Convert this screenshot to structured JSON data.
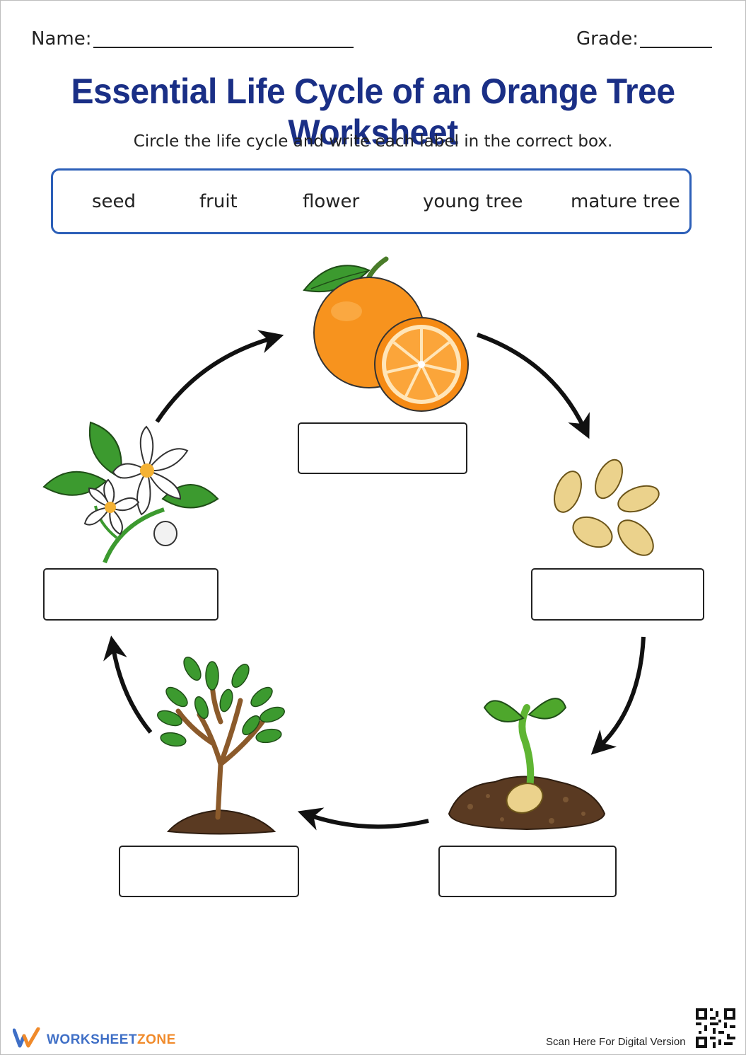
{
  "header": {
    "name_label": "Name:",
    "grade_label": "Grade:"
  },
  "title": "Essential Life Cycle of an Orange Tree Worksheet",
  "instructions": "Circle the life cycle and write each label in the correct box.",
  "word_bank": [
    "seed",
    "fruit",
    "flower",
    "young tree",
    "mature tree"
  ],
  "stages": [
    {
      "picture": "orange-fruit-icon",
      "answer": ""
    },
    {
      "picture": "seeds-icon",
      "answer": ""
    },
    {
      "picture": "sprout-icon",
      "answer": ""
    },
    {
      "picture": "young-tree-icon",
      "answer": ""
    },
    {
      "picture": "orange-blossom-icon",
      "answer": ""
    }
  ],
  "footer": {
    "brand_part1": "WORKSHEET",
    "brand_part2": "ZONE",
    "scan_text": "Scan Here For Digital Version"
  },
  "colors": {
    "title": "#1a2f86",
    "word_bank_border": "#2c5fb8",
    "orange": "#f7931e",
    "leaf": "#3c9a2f"
  }
}
